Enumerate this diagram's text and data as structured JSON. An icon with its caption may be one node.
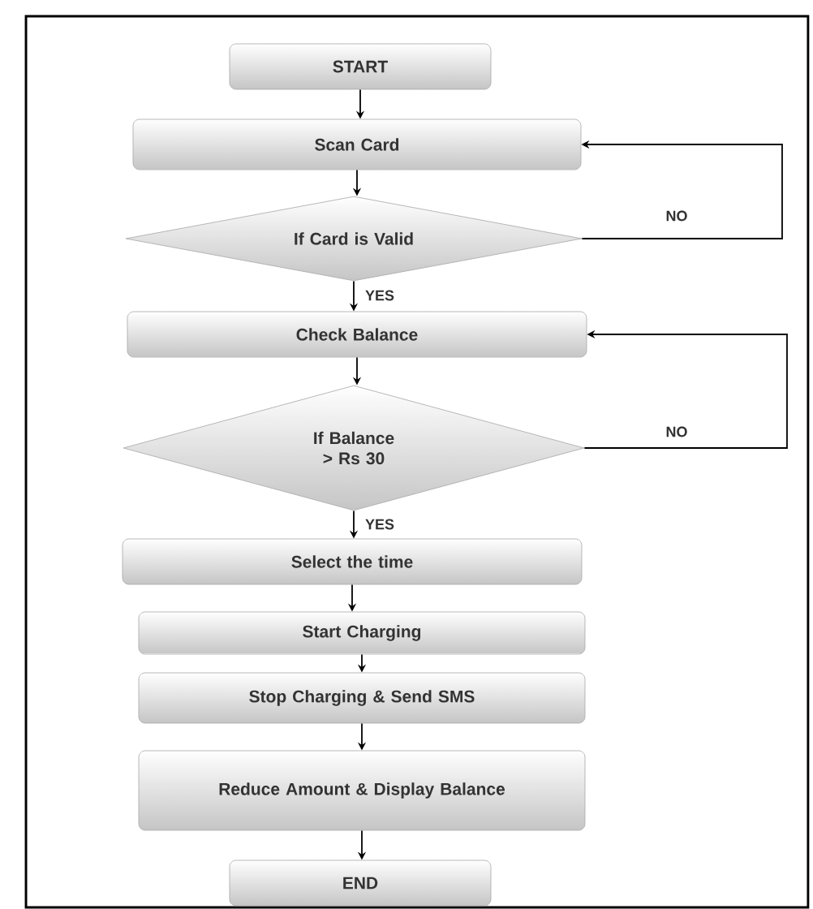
{
  "diagram": {
    "nodes": [
      {
        "text": [
          "START"
        ]
      },
      {
        "text": [
          "Scan Card"
        ]
      },
      {
        "text": [
          "If Card is Valid"
        ]
      },
      {
        "text": [
          "Check Balance"
        ]
      },
      {
        "text": [
          "If Balance > Rs 30"
        ]
      },
      {
        "text": [
          "Select the time"
        ]
      },
      {
        "text": [
          "Start Charging"
        ]
      },
      {
        "text": [
          "Stop Charging & Send SMS"
        ]
      },
      {
        "text": [
          "Reduce Amount & Display Balance"
        ]
      },
      {
        "text": [
          "END"
        ]
      }
    ],
    "edges": [
      {
        "from": 0,
        "to": 1,
        "arrow": "to"
      },
      {
        "from": 1,
        "to": 2,
        "arrow": "to"
      },
      {
        "from": 2,
        "to": 3,
        "arrow": "to",
        "label": "YES"
      },
      {
        "from": 2,
        "to": 1,
        "arrow": "to",
        "label": "NO"
      },
      {
        "from": 3,
        "to": 4,
        "arrow": "to"
      },
      {
        "from": 4,
        "to": 5,
        "arrow": "to",
        "label": "YES"
      },
      {
        "from": 4,
        "to": 3,
        "arrow": "to",
        "label": "NO"
      },
      {
        "from": 5,
        "to": 6,
        "arrow": "to"
      },
      {
        "from": 6,
        "to": 7,
        "arrow": "to"
      },
      {
        "from": 7,
        "to": 8,
        "arrow": "to"
      },
      {
        "from": 8,
        "to": 9,
        "arrow": "to"
      }
    ]
  }
}
